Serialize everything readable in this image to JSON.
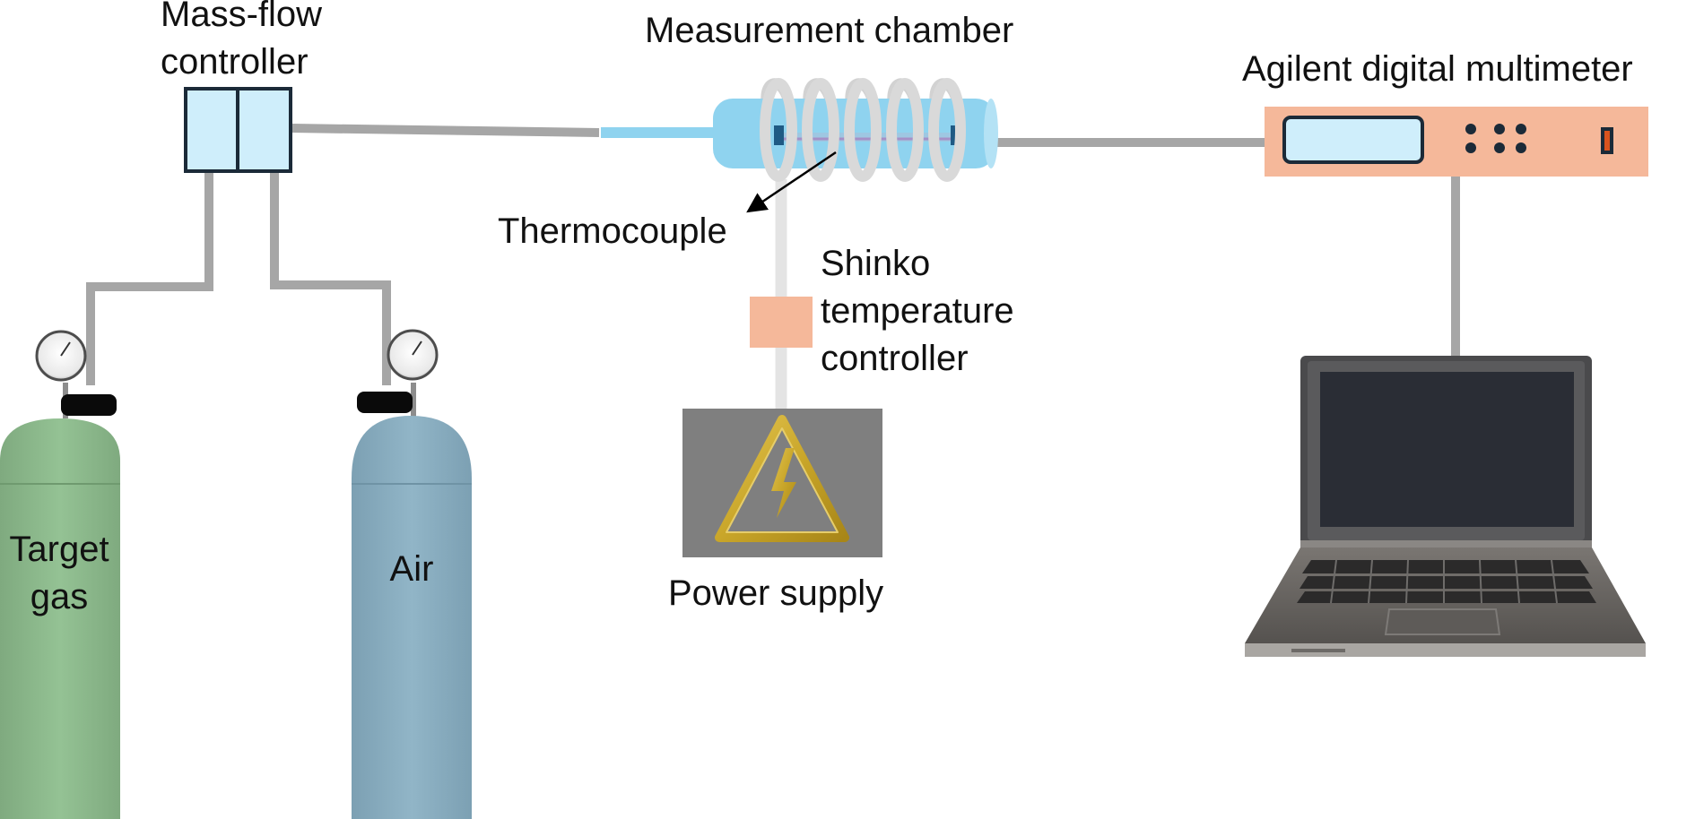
{
  "labels": {
    "mass_flow_controller": [
      "Mass-flow",
      "controller"
    ],
    "measurement_chamber": "Measurement chamber",
    "multimeter": "Agilent digital multimeter",
    "thermocouple": "Thermocouple",
    "temperature_controller": [
      "Shinko",
      "temperature",
      "controller"
    ],
    "power_supply": "Power supply",
    "target_gas": [
      "Target",
      "gas"
    ],
    "air": "Air"
  },
  "colors": {
    "pipe": "#a6a6a6",
    "mfc_fill": "#cfeefb",
    "chamber_tube": "#8fd3ef",
    "coil": "#dcdcdc",
    "controller_box": "#f5b89a",
    "multimeter_body": "#f5b89a",
    "power_supply_panel": "#7f7f7f",
    "warning_sign": "#c9a62a",
    "target_gas_cylinder": "#8db88d",
    "air_cylinder": "#8aaec0",
    "laptop_body": "#6b6b6b",
    "laptop_screen": "#2a2d35"
  },
  "icons": {
    "power_supply": "high-voltage-warning-icon",
    "gauges": "pressure-gauge-icon",
    "computer": "laptop-icon"
  }
}
